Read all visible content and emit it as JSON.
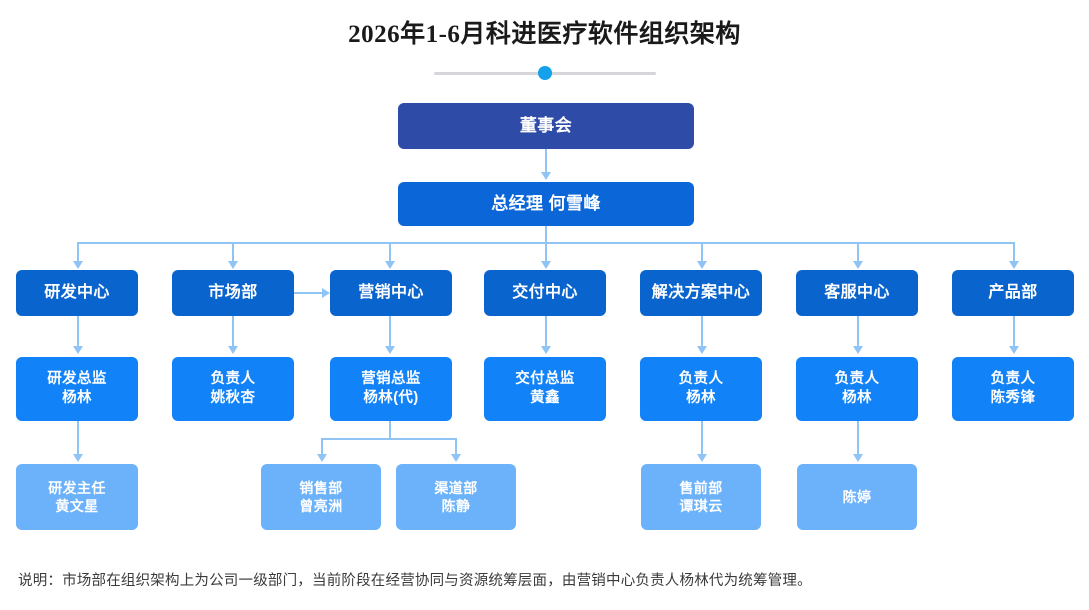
{
  "title": "2026年1-6月科进医疗软件组织架构",
  "slider": {
    "name": "progress-slider",
    "value": 50
  },
  "colors": {
    "board": "#2f4ba8",
    "gm": "#0b66d8",
    "level2": "#0a64cd",
    "level3": "#1182f7",
    "level4": "#6cb2fa",
    "connector": "#8fc4f4",
    "slider_thumb": "#14a0ea",
    "slider_track": "#d4d6d9"
  },
  "nodes": {
    "board": {
      "line1": "董事会"
    },
    "gm": {
      "line1": "总经理 何雪峰"
    },
    "departments": [
      {
        "line1": "研发中心"
      },
      {
        "line1": "市场部"
      },
      {
        "line1": "营销中心"
      },
      {
        "line1": "交付中心"
      },
      {
        "line1": "解决方案中心"
      },
      {
        "line1": "客服中心"
      },
      {
        "line1": "产品部"
      }
    ],
    "leads": [
      {
        "line1": "研发总监",
        "line2": "杨林"
      },
      {
        "line1": "负责人",
        "line2": "姚秋杏"
      },
      {
        "line1": "营销总监",
        "line2": "杨林(代)"
      },
      {
        "line1": "交付总监",
        "line2": "黄鑫"
      },
      {
        "line1": "负责人",
        "line2": "杨林"
      },
      {
        "line1": "负责人",
        "line2": "杨林"
      },
      {
        "line1": "负责人",
        "line2": "陈秀锋"
      }
    ],
    "teams": [
      {
        "line1": "研发主任",
        "line2": "黄文星"
      },
      {
        "line1": "销售部",
        "line2": "曾亮洲"
      },
      {
        "line1": "渠道部",
        "line2": "陈静"
      },
      {
        "line1": "售前部",
        "line2": "谭琪云"
      },
      {
        "line1": "陈婷",
        "line2": ""
      }
    ]
  },
  "note": "说明：市场部在组织架构上为公司一级部门，当前阶段在经营协同与资源统筹层面，由营销中心负责人杨林代为统筹管理。"
}
